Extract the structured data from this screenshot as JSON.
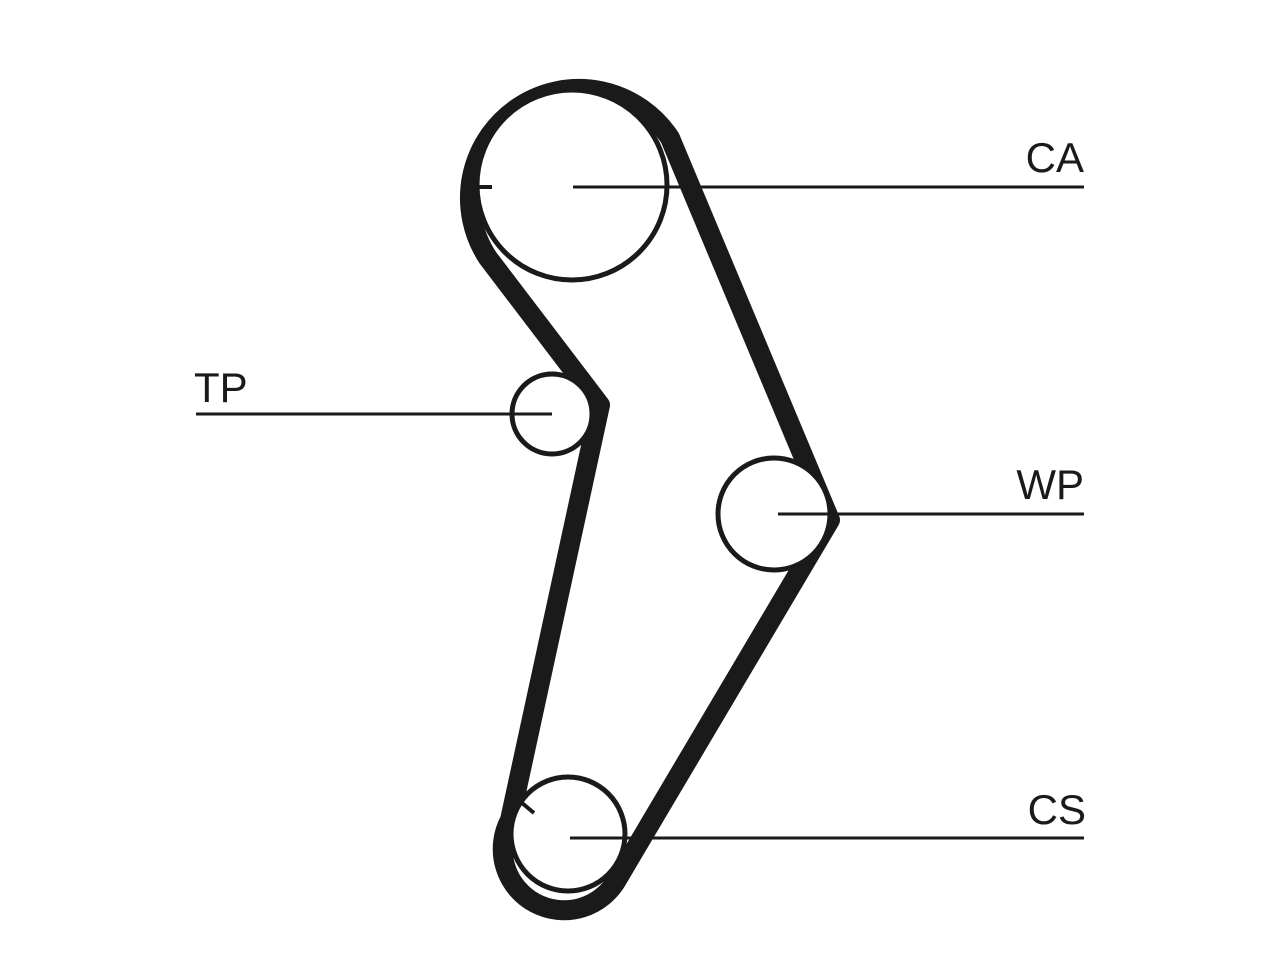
{
  "labels": {
    "camshaft": "CA",
    "tensioner": "TP",
    "water_pump": "WP",
    "crankshaft": "CS"
  },
  "colors": {
    "line": "#1a1a1a",
    "background": "#ffffff"
  }
}
